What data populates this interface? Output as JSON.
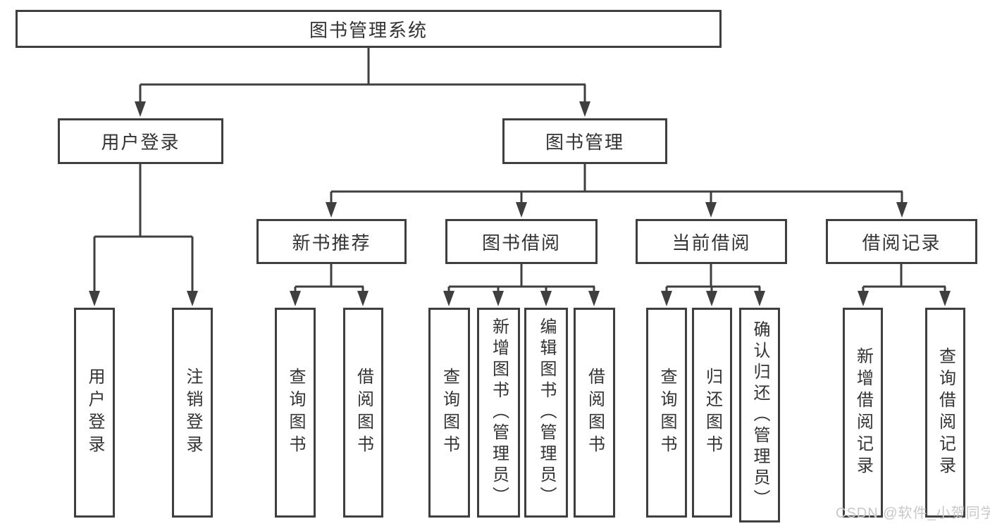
{
  "diagram": {
    "root": {
      "label": "图书管理系统"
    },
    "level2": [
      {
        "label": "用户登录",
        "children": [
          {
            "label": "用户登录"
          },
          {
            "label": "注销登录"
          }
        ]
      },
      {
        "label": "图书管理",
        "children": [
          {
            "label": "新书推荐",
            "children": [
              {
                "label": "查询图书"
              },
              {
                "label": "借阅图书"
              }
            ]
          },
          {
            "label": "图书借阅",
            "children": [
              {
                "label": "查询图书"
              },
              {
                "label": "新增图书（管理员）"
              },
              {
                "label": "编辑图书（管理员）"
              },
              {
                "label": "借阅图书"
              }
            ]
          },
          {
            "label": "当前借阅",
            "children": [
              {
                "label": "查询图书"
              },
              {
                "label": "归还图书"
              },
              {
                "label": "确认归还（管理员）"
              }
            ]
          },
          {
            "label": "借阅记录",
            "children": [
              {
                "label": "新增借阅记录"
              },
              {
                "label": "查询借阅记录"
              }
            ]
          }
        ]
      }
    ]
  },
  "watermark": {
    "text": "CSDN @软件_小贺同学"
  },
  "colors": {
    "line": "#3f3f3f",
    "text": "#333333",
    "box_background": "#ffffff",
    "background": "#ffffff",
    "watermark": "#c8c8c8"
  }
}
